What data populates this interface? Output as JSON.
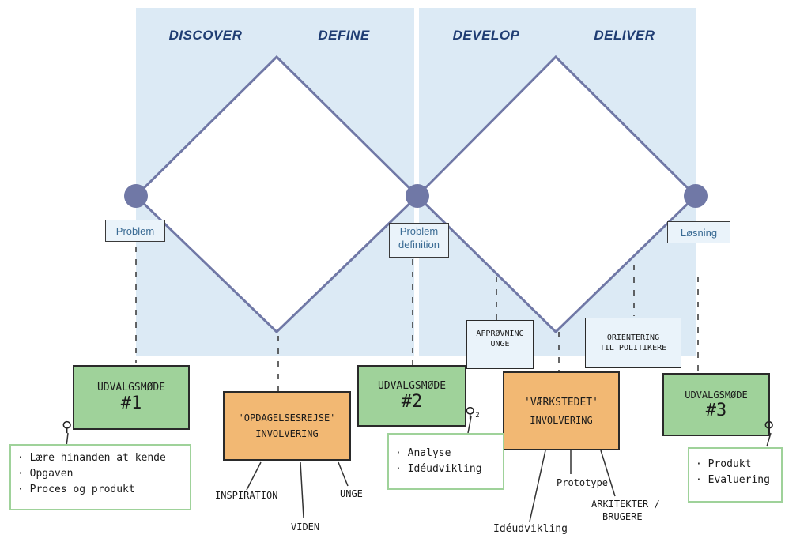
{
  "phases": [
    "DISCOVER",
    "DEFINE",
    "DEVELOP",
    "DELIVER"
  ],
  "nodes": {
    "problem": "Problem",
    "problem_definition_1": "Problem",
    "problem_definition_2": "definition",
    "losning": "Løsning"
  },
  "colors": {
    "phase_background": "#dceaf5",
    "diamond_stroke": "#7078a6",
    "node_fill": "#7078a6",
    "meeting_box": "#9fd29a",
    "involvement_box": "#f2b873"
  },
  "meetings": [
    {
      "title": "UDVALGSMØDE",
      "number": "#1"
    },
    {
      "title": "UDVALGSMØDE",
      "number": "#2"
    },
    {
      "title": "UDVALGSMØDE",
      "number": "#3"
    }
  ],
  "involvements": [
    {
      "line1": "'OPDAGELSESREJSE'",
      "line2": "INVOLVERING"
    },
    {
      "line1": "'VÆRKSTEDET'",
      "line2": "INVOLVERING"
    }
  ],
  "checkpoints": [
    {
      "line1": "AFPRØVNING",
      "line2": "UNGE"
    },
    {
      "line1": "ORIENTERING",
      "line2": "TIL POLITIKERE"
    }
  ],
  "notes": [
    {
      "items": [
        "· Lære hinanden at kende",
        "· Opgaven",
        "· Proces og produkt"
      ]
    },
    {
      "items": [
        "· Analyse",
        "· Idéudvikling"
      ]
    },
    {
      "items": [
        "· Produkt",
        "· Evaluering"
      ]
    }
  ],
  "branches_involvement_1": [
    "INSPIRATION",
    "VIDEN",
    "UNGE"
  ],
  "branches_involvement_2": [
    "Idéudvikling",
    "Prototype",
    "ARKITEKTER /",
    "BRUGERE"
  ],
  "pin_suffix": "2"
}
